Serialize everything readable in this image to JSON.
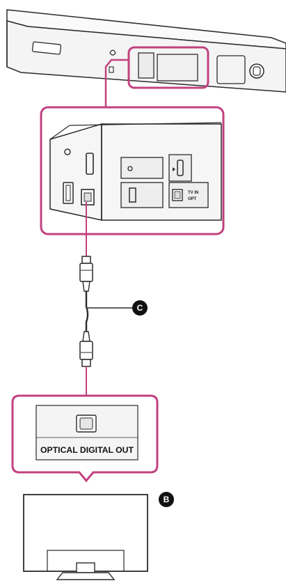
{
  "colors": {
    "highlight": "#c2417f",
    "line": "#2a2a2a",
    "panel_fill": "#f2f2f2",
    "device_fill": "#f7f7f7",
    "callout_fill": "#111111",
    "background": "#ffffff"
  },
  "port_label": "OPTICAL DIGITAL OUT",
  "callouts": {
    "cable": "C",
    "tv": "B"
  },
  "soundbar_port_labels": {
    "line1": "TV IN",
    "line2": "OPT"
  },
  "icons": [
    "soundbar-illustration",
    "optical-port-icon",
    "hdmi-port-icon",
    "usb-port-icon",
    "optical-cable-plug",
    "tv-illustration"
  ]
}
